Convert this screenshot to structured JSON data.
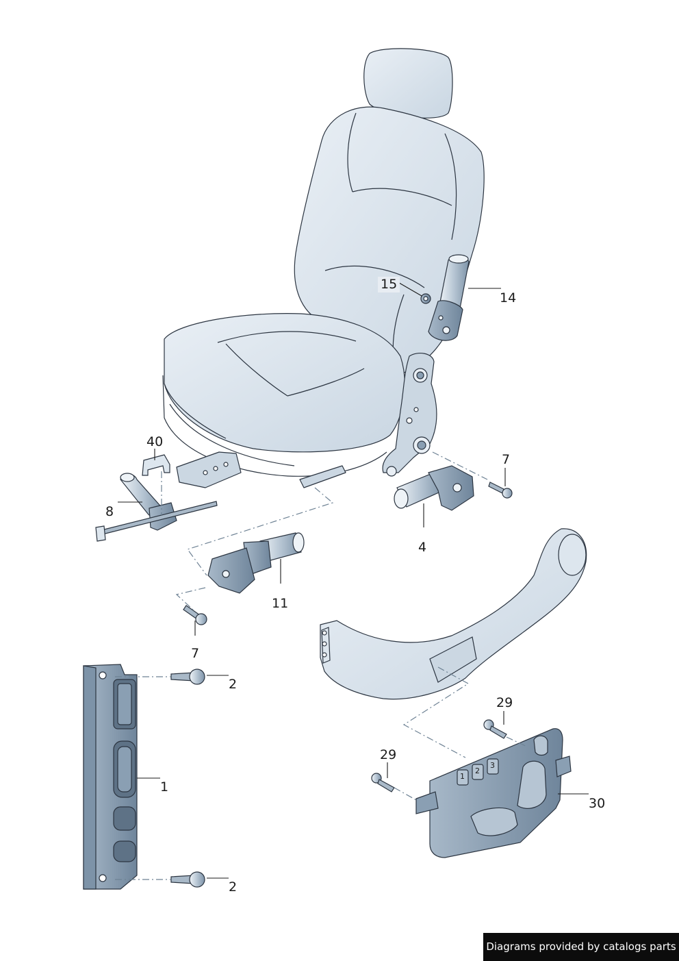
{
  "diagram": {
    "callouts": [
      {
        "id": "c14",
        "label": "14"
      },
      {
        "id": "c15",
        "label": "15"
      },
      {
        "id": "c40",
        "label": "40"
      },
      {
        "id": "c8",
        "label": "8"
      },
      {
        "id": "c7a",
        "label": "7"
      },
      {
        "id": "c4",
        "label": "4"
      },
      {
        "id": "c11",
        "label": "11"
      },
      {
        "id": "c7b",
        "label": "7"
      },
      {
        "id": "c2a",
        "label": "2"
      },
      {
        "id": "c1",
        "label": "1"
      },
      {
        "id": "c2b",
        "label": "2"
      },
      {
        "id": "c29a",
        "label": "29"
      },
      {
        "id": "c29b",
        "label": "29"
      },
      {
        "id": "c30",
        "label": "30"
      }
    ],
    "switch_buttons": [
      "1",
      "2",
      "3"
    ]
  },
  "footer": {
    "credit": "Diagrams provided by catalogs parts"
  },
  "colors": {
    "part_fill": "#dde6ee",
    "part_dark": "#8a9fb3",
    "outline": "#2b3440",
    "metal": "#a9b9c8"
  }
}
